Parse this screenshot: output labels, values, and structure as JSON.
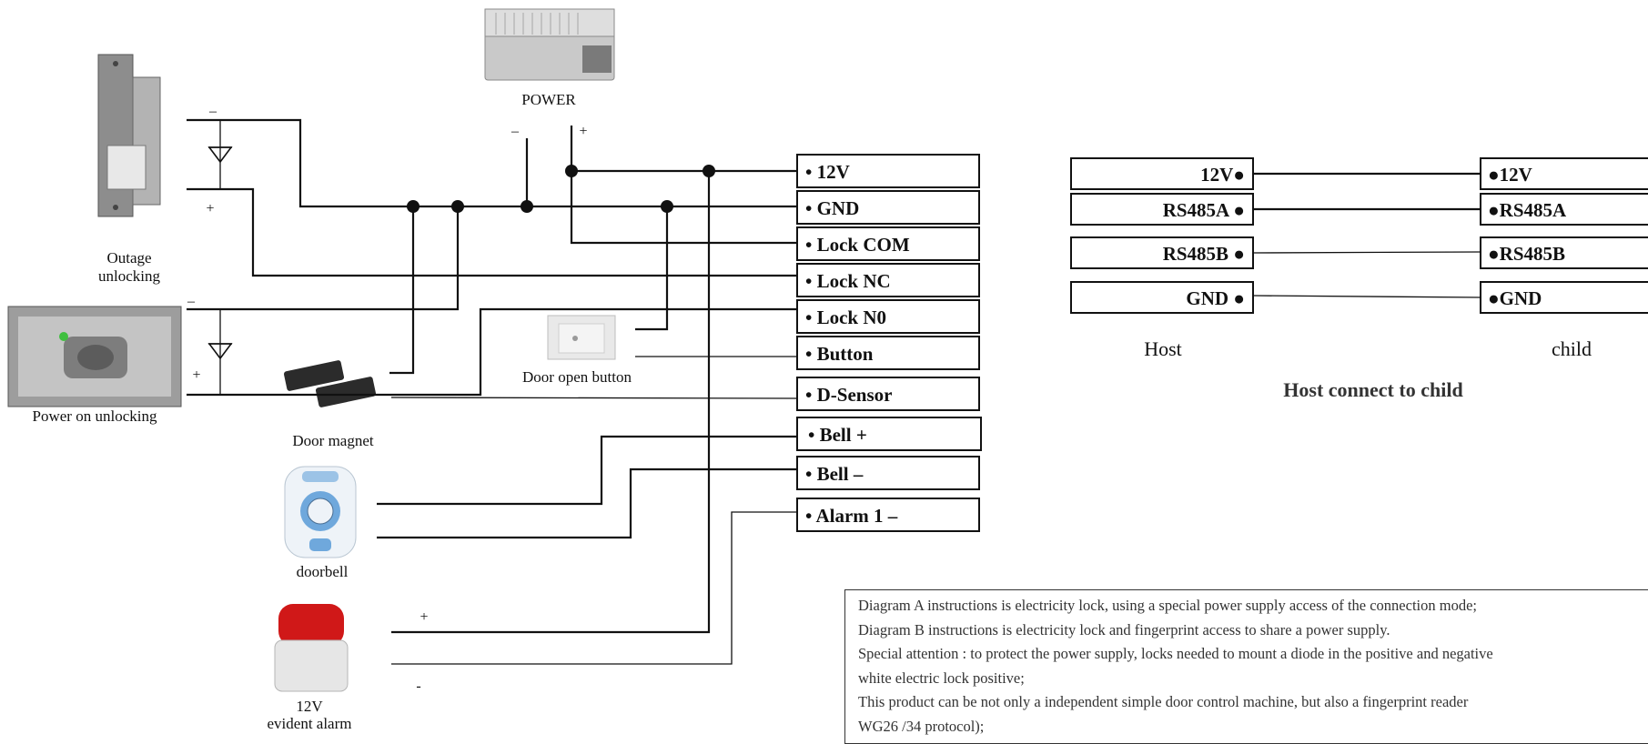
{
  "power": {
    "label": "POWER",
    "minus": "–",
    "plus": "+"
  },
  "devices": {
    "outage_lock": {
      "label_line1": "Outage",
      "label_line2": "unlocking",
      "minus": "–",
      "plus": "+"
    },
    "power_on_lock": {
      "label": "Power on unlocking",
      "minus": "–",
      "plus": "+"
    },
    "door_magnet": {
      "label": "Door magnet"
    },
    "door_open_button": {
      "label": "Door open button"
    },
    "doorbell": {
      "label": "doorbell"
    },
    "alarm": {
      "label_line1": "12V",
      "label_line2": "evident alarm",
      "plus": "+",
      "minus": "-"
    }
  },
  "terminal_block": [
    "• 12V",
    "• GND",
    "• Lock COM",
    "• Lock NC",
    "• Lock N0",
    "• Button",
    "• D-Sensor",
    "• Bell +",
    "• Bell –",
    "• Alarm 1 –"
  ],
  "host_child": {
    "host_terminals": [
      "12V●",
      "RS485A ●",
      "RS485B ●",
      "GND ●"
    ],
    "child_terminals": [
      "●12V",
      "●RS485A",
      "●RS485B",
      "●GND"
    ],
    "host_label": "Host",
    "child_label": "child",
    "title": "Host connect to child"
  },
  "notes": [
    "Diagram A instructions is electricity lock, using a special power supply access of the connection mode;",
    "Diagram B instructions is electricity lock and fingerprint access to share a power supply.",
    "Special attention : to protect the power supply, locks needed to mount a diode in the positive and negative",
    "white electric lock positive;",
    "This product can be not only a independent simple door control machine, but also a fingerprint reader",
    "WG26 /34 protocol);"
  ],
  "colors": {
    "line": "#111111",
    "alarm_red": "#d01818",
    "doorbell_blue": "#6fa8dc",
    "lock_metal": "#9a9a9a"
  }
}
